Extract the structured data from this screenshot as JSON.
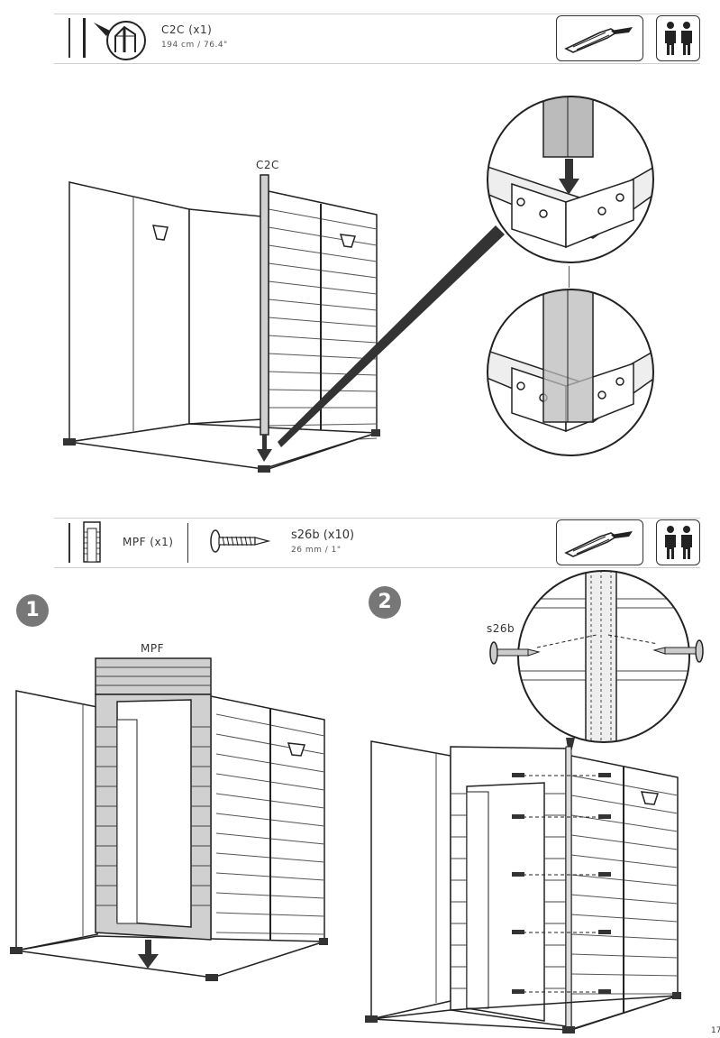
{
  "header1": {
    "part_code": "C2C (x1)",
    "part_size": "194 cm / 76.4\""
  },
  "header2": {
    "part_a": "MPF (x1)",
    "screw": "s26b (x10)",
    "screw_size": "26 mm / 1\""
  },
  "diagram1": {
    "post_label": "C2C"
  },
  "step1": {
    "number": "1",
    "panel_label": "MPF"
  },
  "step2": {
    "number": "2",
    "screw_label": "s26b"
  },
  "page_number": "17",
  "icons": [
    "shed-corner-icon",
    "screwdriver-icon",
    "two-people-icon",
    "panel-part-icon",
    "screw-icon"
  ]
}
